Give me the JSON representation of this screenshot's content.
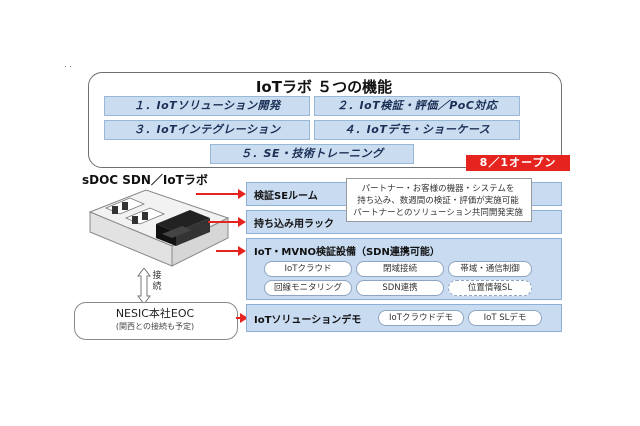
{
  "header": {
    "dot": ". .",
    "title": "IoTラボ ５つの機能"
  },
  "features": [
    "１．IoTソリューション開発",
    "２．IoT検証・評価／PoC対応",
    "３．IoTインテグレーション",
    "４．IoTデモ・ショーケース",
    "５．SE・技術トレーニング"
  ],
  "badge": "8／1オープン",
  "sdn_title": "sDOC SDN／IoTラボ",
  "connection_label": [
    "接",
    "続"
  ],
  "nesic": {
    "main": "NESIC本社EOC",
    "sub": "(関西との接続も予定)"
  },
  "panels": {
    "verify_room": "検証SEルーム",
    "rack": "持ち込み用ラック",
    "iot_mvno": "IoT・MVNO検証設備（SDN連携可能）",
    "demo": "IoTソリューションデモ"
  },
  "note_lines": [
    "パートナー・お客様の機器・システムを",
    "持ち込み、数週間の検証・評価が実施可能",
    "パートナーとのソリューション共同開発実施"
  ],
  "iot_pills": [
    "IoTクラウド",
    "閉域接続",
    "帯域・通信制御",
    "回線モニタリング",
    "SDN連携",
    "位置情報SL"
  ],
  "demo_pills": [
    "IoTクラウドデモ",
    "IoT SLデモ"
  ],
  "colors": {
    "accent_red": "#e5231f",
    "panel_blue": "#c8dbf0"
  }
}
